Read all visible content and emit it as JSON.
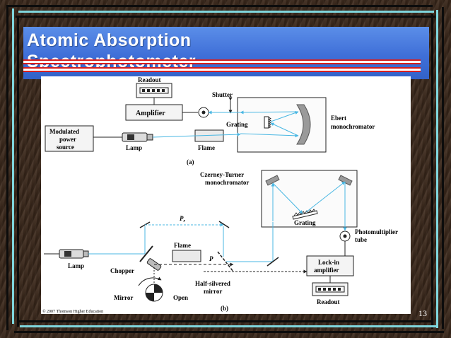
{
  "slide": {
    "title_line1": "Atomic Absorption",
    "title_line2": "Spectrophotometer",
    "page_number": "13",
    "beam_color": "#49b7e3",
    "title_color": "#3f6fd8"
  },
  "figure_a": {
    "readout": "Readout",
    "amplifier": "Amplifier",
    "shutter": "Shutter",
    "grating": "Grating",
    "ebert1": "Ebert",
    "ebert2": "monochromator",
    "modulated1": "Modulated",
    "modulated2": "power",
    "modulated3": "source",
    "lamp": "Lamp",
    "flame": "Flame",
    "caption": "(a)"
  },
  "figure_b": {
    "czerney1": "Czerney-Turner",
    "czerney2": "monochromator",
    "grating": "Grating",
    "pmt1": "Photomultiplier",
    "pmt2": "tube",
    "pr": "P",
    "pr_sub": "r",
    "flame": "Flame",
    "p": "P",
    "lamp": "Lamp",
    "chopper": "Chopper",
    "lockin1": "Lock-in",
    "lockin2": "amplifier",
    "halfsilvered1": "Half-silvered",
    "halfsilvered2": "mirror",
    "mirror": "Mirror",
    "open": "Open",
    "readout": "Readout",
    "copyright": "© 2007 Thomson Higher Education",
    "caption": "(b)"
  }
}
